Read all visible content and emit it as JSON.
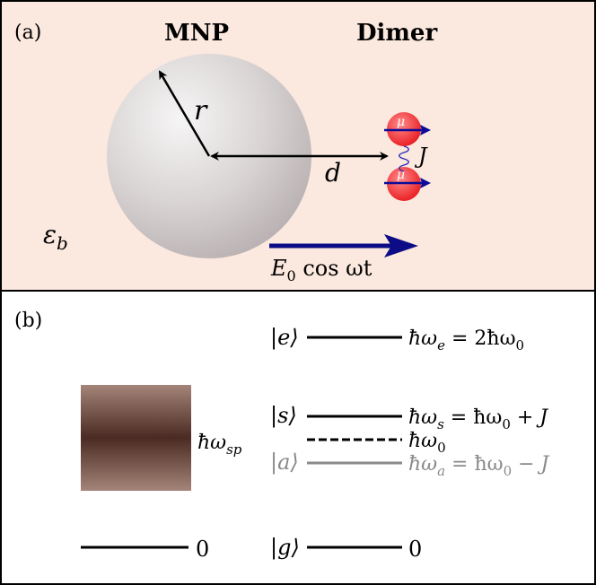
{
  "panel_a": {
    "label": "(a)",
    "mnp_title": "MNP",
    "dimer_title": "Dimer",
    "radius_label": "r",
    "distance_label": "d",
    "dipole_label": "μ",
    "coupling_label": "J",
    "medium_label": "ε",
    "medium_subscript": "b",
    "field_label": "E",
    "field_subscript": "0",
    "field_function": " cos ωt",
    "colors": {
      "background": "#fbe8df",
      "sphere_light": "#f6f5f5",
      "sphere_dark": "#b7afb0",
      "molecule": "#e81a1f",
      "dipole_arrow": "#0b0b9a",
      "field_arrow": "#0c0c86"
    }
  },
  "panel_b": {
    "label": "(b)",
    "plasmon_label": "ħω",
    "plasmon_subscript": "sp",
    "mnp_ground_value": "0",
    "ket_e": "|e⟩",
    "energy_e": "ħω",
    "energy_e_sub": "e",
    "energy_e_rhs": " = 2ħω",
    "energy_e_rhs_sub": "0",
    "ket_s": "|s⟩",
    "energy_s": "ħω",
    "energy_s_sub": "s",
    "energy_s_rhs": " = ħω",
    "energy_s_rhs_sub": "0",
    "energy_s_tail": " + J",
    "energy_0": "ħω",
    "energy_0_sub": "0",
    "ket_a": "|a⟩",
    "energy_a": "ħω",
    "energy_a_sub": "a",
    "energy_a_rhs": " = ħω",
    "energy_a_rhs_sub": "0",
    "energy_a_tail": " − J",
    "ket_g": "|g⟩",
    "dimer_ground_value": "0",
    "colors": {
      "plasmon_edge": "#a58579",
      "plasmon_center": "#4a2a22",
      "antisymmetric_level": "#8a8a8a"
    }
  }
}
